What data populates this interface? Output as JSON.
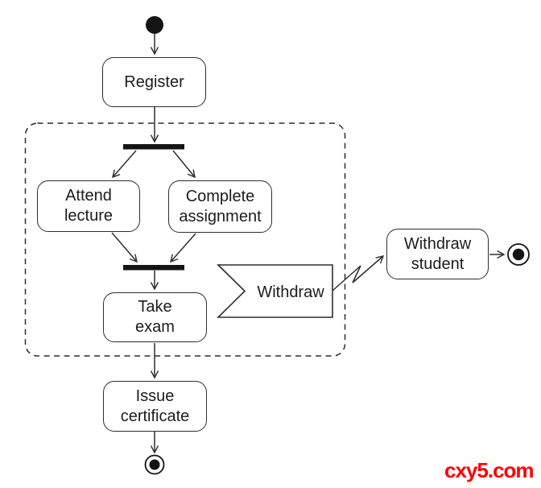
{
  "diagram": {
    "kind": "uml-activity-diagram",
    "nodes": {
      "initial": {
        "shape": "initial-node-filled-circle"
      },
      "register": {
        "label": "Register"
      },
      "attend_lecture": {
        "label": "Attend\nlecture"
      },
      "complete_assignment": {
        "label": "Complete\nassignment"
      },
      "take_exam": {
        "label": "Take\nexam"
      },
      "withdraw_signal": {
        "label": "Withdraw",
        "shape": "accept-event-signal"
      },
      "withdraw_student": {
        "label": "Withdraw\nstudent"
      },
      "issue_certificate": {
        "label": "Issue\ncertificate"
      },
      "final_right": {
        "shape": "activity-final-node"
      },
      "final_bottom": {
        "shape": "activity-final-node"
      }
    },
    "regions": {
      "interruptible_region": {
        "style": "dashed-rounded-rectangle"
      }
    },
    "bars": {
      "fork": "fork-bar",
      "join": "join-bar"
    },
    "edges": [
      "initial->register",
      "register->fork",
      "fork->attend_lecture",
      "fork->complete_assignment",
      "attend_lecture->join",
      "complete_assignment->join",
      "join->take_exam",
      "take_exam->issue_certificate",
      "issue_certificate->final_bottom",
      "withdraw_signal->withdraw_student (interrupting zigzag)",
      "withdraw_student->final_right"
    ],
    "colors": {
      "line": "#2d2d2d",
      "solid_fill": "#141414",
      "node_background": "#ffffff",
      "text": "#1c1c1c",
      "watermark": "#fe0000"
    }
  },
  "watermark": {
    "text": "cxy5.com"
  }
}
